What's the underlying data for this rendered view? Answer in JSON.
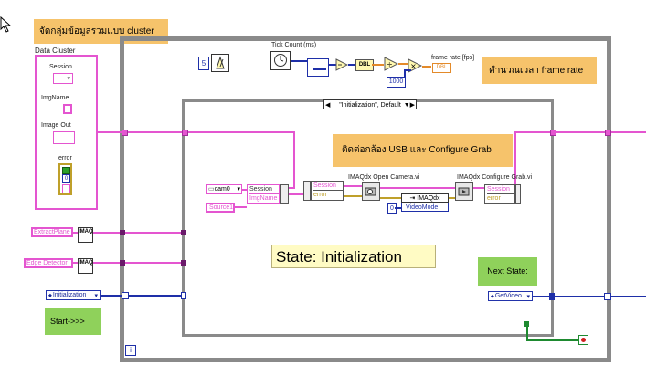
{
  "annotations": {
    "cluster_group": "จัดกลุ่มข้อมูลรวมแบบ cluster",
    "frame_rate": "คำนวณเวลา frame rate",
    "connect_usb": "ติดต่อกล้อง USB และ Configure Grab",
    "next_state": "Next State:",
    "start": "Start->>>"
  },
  "data_cluster": {
    "title": "Data Cluster",
    "session": "Session",
    "img_name": "ImgName",
    "image_out": "Image Out",
    "error": "error",
    "error_value": "0"
  },
  "timing": {
    "tick_count": "Tick Count (ms)",
    "frame_rate_label": "frame rate [fps]",
    "const_1000": "1000",
    "const_5": "5",
    "dbl": "DBL"
  },
  "case_structure": {
    "selector": "\"Initialization\", Default",
    "state_label": "State: Initialization",
    "iteration": "i"
  },
  "inner": {
    "cam": "cam0",
    "source": "Source1",
    "bundle_session": "Session",
    "bundle_imgname": "ImgName",
    "unbundle_session": "Session",
    "unbundle_error": "error",
    "open_camera": "IMAQdx Open Camera.vi",
    "configure_grab": "IMAQdx Configure Grab.vi",
    "out_session": "Session",
    "out_error": "error",
    "imaqdx_node": "IMAQdx",
    "video_mode": "VideoMode",
    "zero": "0"
  },
  "left_controls": {
    "extract_plane": "ExtractPlane",
    "edge_detector": "Edge Detector",
    "initialization": "Initialization",
    "imaq": "IMAQ"
  },
  "right_controls": {
    "get_video": "GetVideo"
  },
  "colors": {
    "cluster_wire": "#e455d0",
    "enum_wire": "#1e2fa8",
    "dbl_wire": "#e38a2a",
    "orange_note": "#f6c36b",
    "green_note": "#8fd15b"
  }
}
